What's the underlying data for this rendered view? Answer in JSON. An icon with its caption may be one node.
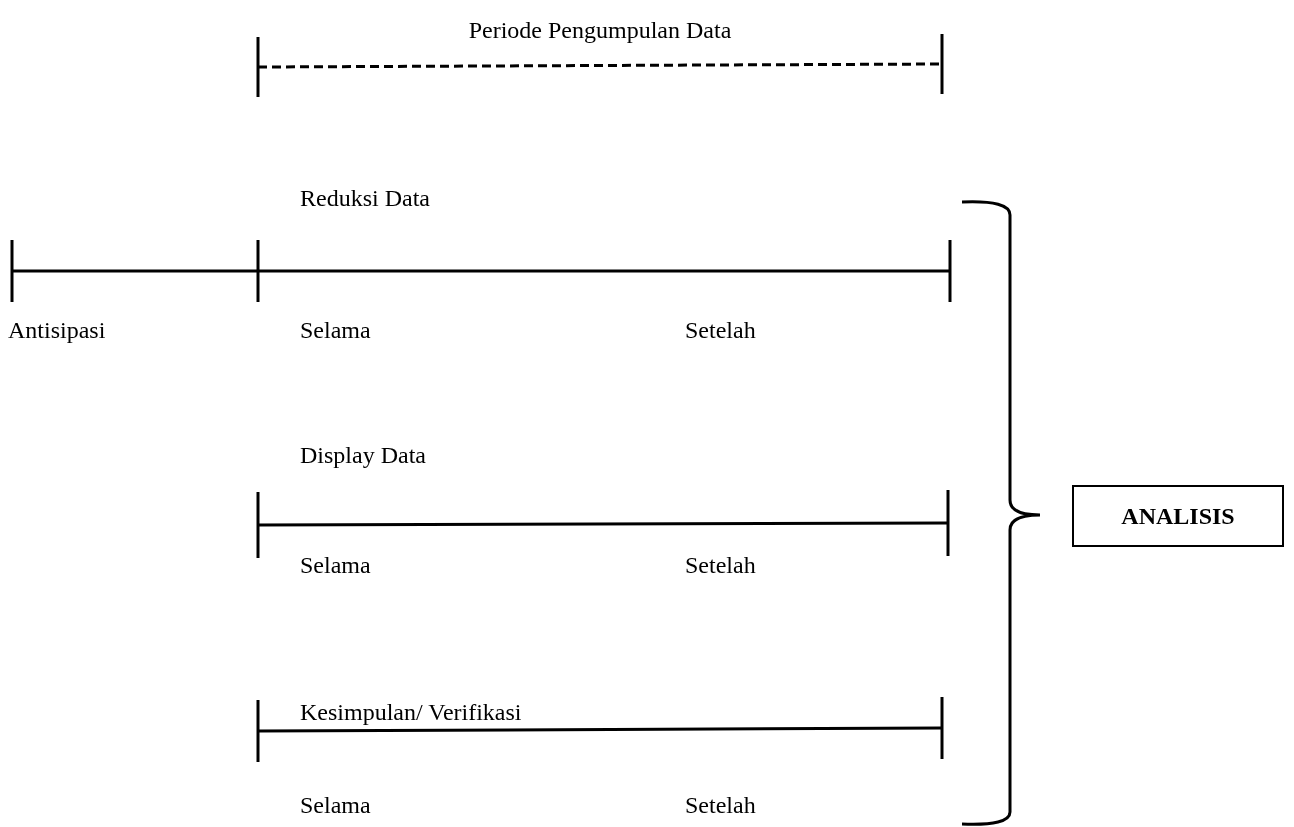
{
  "diagram": {
    "nodes": [
      {
        "text": [
          "ANALISIS"
        ]
      }
    ],
    "labels": [
      "Periode Pengumpulan Data",
      "Reduksi Data",
      "Antisipasi",
      "Selama",
      "Setelah",
      "Display Data",
      "Selama",
      "Setelah",
      "Kesimpulan/ Verifikasi",
      "Selama",
      "Setelah"
    ]
  }
}
